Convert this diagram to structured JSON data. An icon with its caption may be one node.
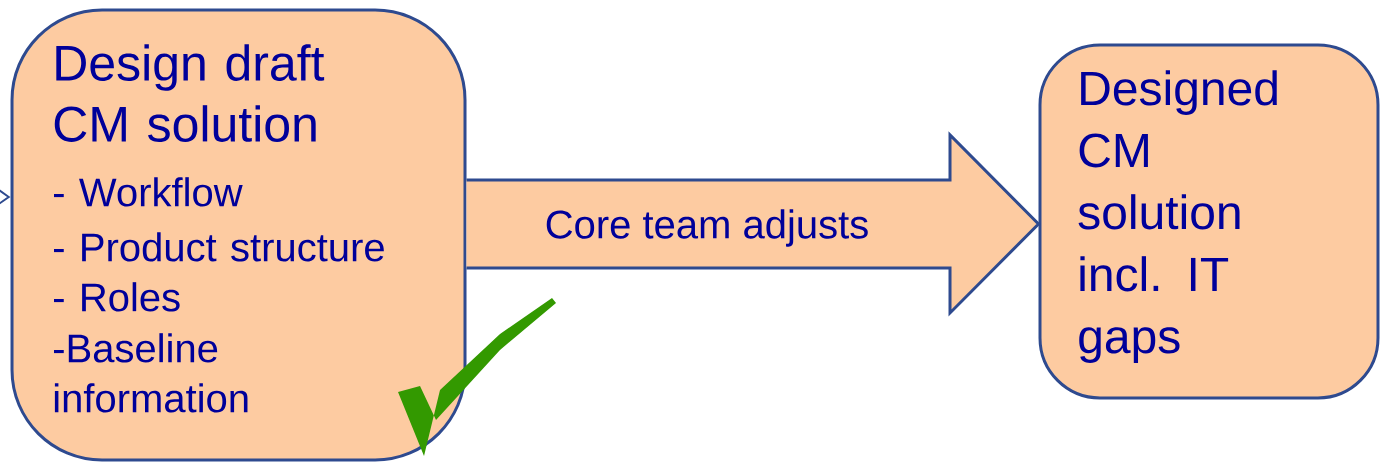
{
  "diagram": {
    "nodes": [
      {
        "text": [
          "Design draft CM solution",
          "- Workflow",
          "- Product structure",
          "- Roles",
          "-Baseline information"
        ]
      },
      {
        "text": [
          "Designed CM solution incl. IT gaps"
        ]
      }
    ],
    "edges": [
      {
        "from": null,
        "to": 0,
        "arrow": "to"
      },
      {
        "from": 0,
        "to": 1,
        "arrow": "to",
        "label": "Core team adjusts",
        "style": "thick"
      }
    ]
  }
}
